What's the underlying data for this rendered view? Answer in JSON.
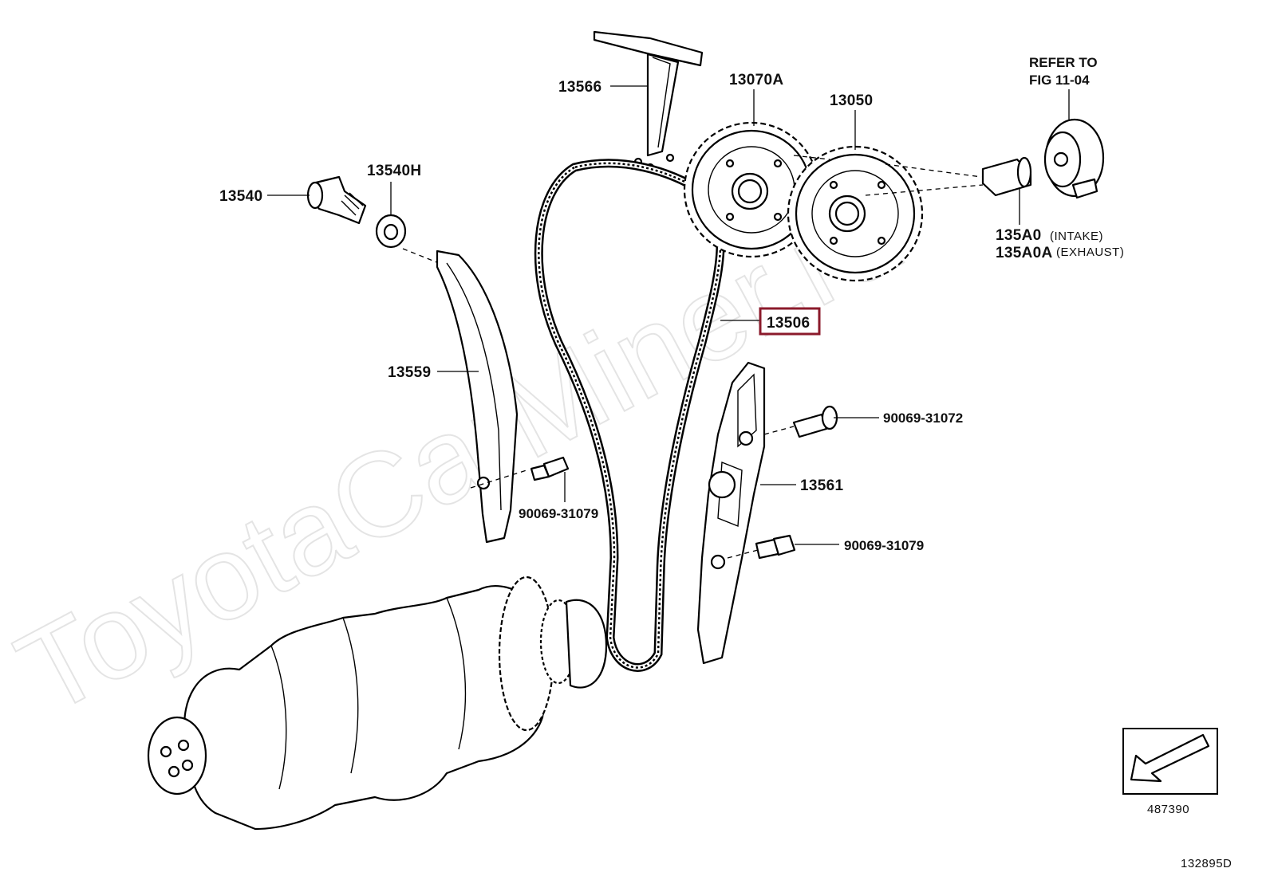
{
  "diagram": {
    "watermark": "ToyotaCarMiner.ru",
    "labels": {
      "p13566": "13566",
      "p13070a": "13070A",
      "p13050": "13050",
      "refer_line1": "REFER TO",
      "refer_line2": "FIG 11-04",
      "p13540h": "13540H",
      "p13540": "13540",
      "p135a0": "135A0",
      "p135a0_note": "(INTAKE)",
      "p135a0a": "135A0A",
      "p135a0a_note": "(EXHAUST)",
      "p13506": "13506",
      "p13559": "13559",
      "p90069_31072": "90069-31072",
      "p13561": "13561",
      "p90069_31079_left": "90069-31079",
      "p90069_31079_right": "90069-31079",
      "ref_code": "487390",
      "figure_code": "132895D"
    },
    "highlight_color": "#8b1a2b"
  }
}
